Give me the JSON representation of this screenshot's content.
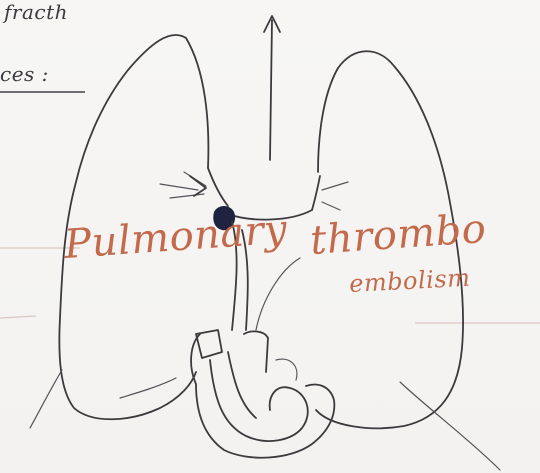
{
  "corner_notes": {
    "line1": "fracth",
    "line2": "ces :"
  },
  "annotation": {
    "word1": "Pulmonary",
    "word2": "thrombo",
    "word3": "embolism"
  },
  "colors": {
    "pencil": "#3c3a3e",
    "red_ink": "#c26a4b",
    "clot": "#1f2340"
  }
}
